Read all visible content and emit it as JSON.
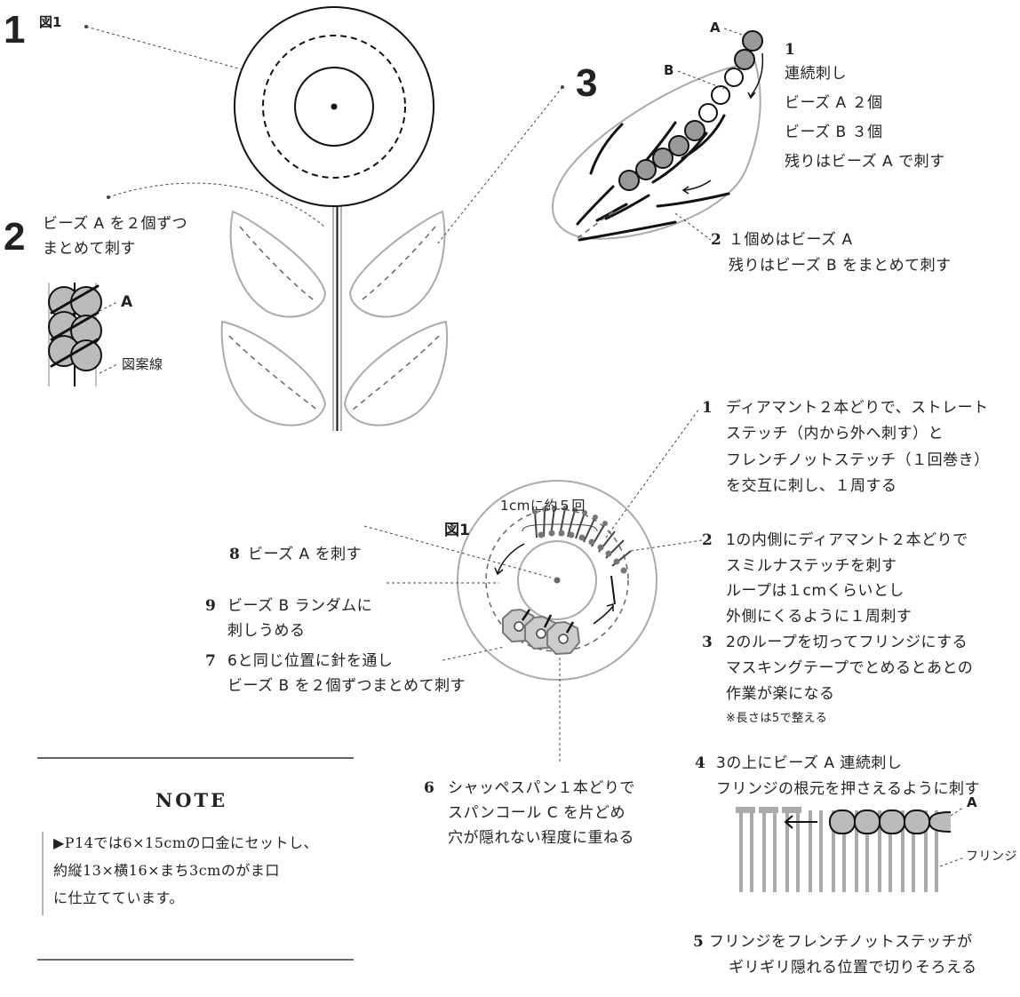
{
  "fig1": {
    "step1_num": "1",
    "fig_label": "図1",
    "step2_num": "2",
    "step2_line1": "ビーズ A を２個ずつ",
    "step2_line2": "まとめて刺す",
    "detail_label_a": "A",
    "detail_label_line": "図案線",
    "step3_num": "3"
  },
  "leaf_detail": {
    "label_a": "A",
    "label_b": "B",
    "n1": "1",
    "n1_l1": "連続刺し",
    "n1_l2": "ビーズ A ２個",
    "n1_l3": "ビーズ B ３個",
    "n1_l4": "残りはビーズ A で刺す",
    "n2": "2",
    "n2_l1": "１個めはビーズ A",
    "n2_l2": "残りはビーズ B をまとめて刺す"
  },
  "flower_detail": {
    "fig_label": "図1",
    "scale_note": "1cmに約５回",
    "s8_num": "8",
    "s8": "ビーズ A を刺す",
    "s9_num": "9",
    "s9_l1": "ビーズ B ランダムに",
    "s9_l2": "刺しうめる",
    "s7_num": "7",
    "s7_l1": "6と同じ位置に針を通し",
    "s7_l2": "ビーズ B を２個ずつまとめて刺す",
    "s6_num": "6",
    "s6_l1": "シャッペスパン１本どりで",
    "s6_l2": "スパンコール C を片どめ",
    "s6_l3": "穴が隠れない程度に重ねる"
  },
  "steps_right": {
    "r1_num": "1",
    "r1_l1": "ディアマント２本どりで、ストレート",
    "r1_l2": "ステッチ（内から外へ刺す）と",
    "r1_l3": "フレンチノットステッチ（１回巻き）",
    "r1_l4": "を交互に刺し、１周する",
    "r2_num": "2",
    "r2_l1": "1の内側にディアマント２本どりで",
    "r2_l2": "スミルナステッチを刺す",
    "r2_l3": "ループは１cmくらいとし",
    "r2_l4": "外側にくるように１周刺す",
    "r3_num": "3",
    "r3_l1": "2のループを切ってフリンジにする",
    "r3_l2": "マスキングテープでとめるとあとの",
    "r3_l3": "作業が楽になる",
    "r3_l4": "※長さは5で整える",
    "r4_num": "4",
    "r4_l1": "3の上にビーズ A 連続刺し",
    "r4_l2": "フリンジの根元を押さえるように刺す",
    "fringe_label_a": "A",
    "fringe_label": "フリンジ",
    "r5_num": "5",
    "r5_l1": "フリンジをフレンチノットステッチが",
    "r5_l2": "ギリギリ隠れる位置で切りそろえる"
  },
  "note": {
    "title": "NOTE",
    "l1": "▶P14では6×15cmの口金にセットし、",
    "l2": "約縦13×横16×まち3cmのがま口",
    "l3": "に仕立てています。"
  }
}
